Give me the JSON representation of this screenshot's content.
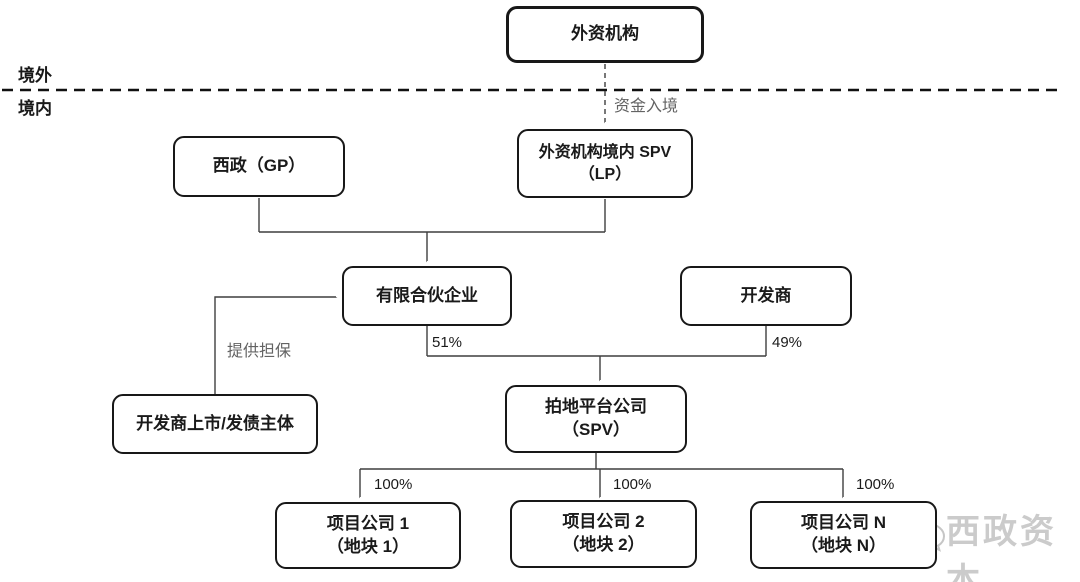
{
  "diagram": {
    "region_labels": {
      "outside": "境外",
      "inside": "境内"
    },
    "nodes": {
      "foreign": {
        "label": "外资机构"
      },
      "gp": {
        "label": "西政（GP）"
      },
      "lp": {
        "line1": "外资机构境内 SPV",
        "line2": "（LP）"
      },
      "partnership": {
        "label": "有限合伙企业"
      },
      "developer": {
        "label": "开发商"
      },
      "issuer": {
        "label": "开发商上市/发债主体"
      },
      "platform": {
        "line1": "拍地平台公司",
        "line2": "（SPV）"
      },
      "project1": {
        "line1": "项目公司 1",
        "line2": "（地块 1）"
      },
      "project2": {
        "line1": "项目公司 2",
        "line2": "（地块 2）"
      },
      "projectN": {
        "line1": "项目公司 N",
        "line2": "（地块 N）"
      }
    },
    "edge_labels": {
      "capital_entry": "资金入境",
      "guarantee": "提供担保",
      "pct_partnership": "51%",
      "pct_developer": "49%",
      "pct_p1": "100%",
      "pct_p2": "100%",
      "pct_pn": "100%"
    },
    "watermark": {
      "text": "西政资本",
      "icon": "wechat-icon"
    },
    "colors": {
      "line": "#3f3f3f",
      "box_border": "#181818",
      "text": "#1a1a1a",
      "muted_text": "#636363",
      "watermark": "#cbcbcb",
      "background": "#ffffff"
    }
  }
}
